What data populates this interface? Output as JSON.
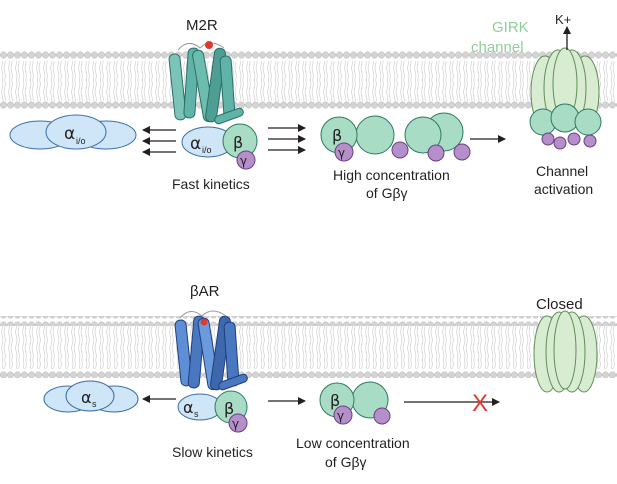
{
  "top_panel": {
    "receptor_label": "M2R",
    "channel_label_line1": "GIRK",
    "channel_label_line2": "channel",
    "ion_label": "K+",
    "alpha_subunit": "α",
    "alpha_subscript": "i/o",
    "beta_subunit": "β",
    "gamma_subunit": "γ",
    "kinetics_label": "Fast kinetics",
    "concentration_line1": "High concentration",
    "concentration_line2": "of Gβγ",
    "outcome_line1": "Channel",
    "outcome_line2": "activation"
  },
  "bottom_panel": {
    "receptor_label": "βAR",
    "alpha_subunit": "α",
    "alpha_subscript": "s",
    "beta_subunit": "β",
    "gamma_subunit": "γ",
    "kinetics_label": "Slow kinetics",
    "concentration_line1": "Low concentration",
    "concentration_line2": "of Gβγ",
    "outcome_label": "Closed",
    "blocked_mark": "X"
  },
  "colors": {
    "alpha": "#cfe6f8",
    "beta": "#a8dcc4",
    "gamma": "#b58fc9",
    "channel": "#d8ecd2",
    "m2r": "#5fb3a8",
    "bar": "#4a78c0",
    "girk_text": "#8fcf9a",
    "block": "#e03a2f"
  }
}
